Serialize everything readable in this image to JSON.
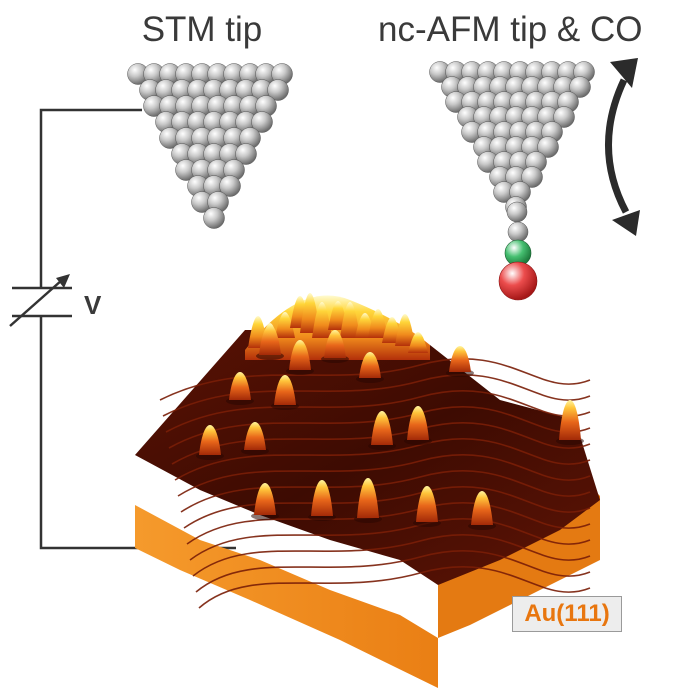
{
  "labels": {
    "stm_tip": "STM tip",
    "afm_tip": "nc-AFM tip & CO",
    "voltage": "V",
    "sample": "Au(111)"
  },
  "colors": {
    "wire": "#333333",
    "tip_atom": "#c4c4c4",
    "co_carbon": "#2fae5a",
    "co_oxygen": "#e2383a",
    "surface_dark": "#3d0b02",
    "surface_mid": "#7a1a06",
    "slab_side": "#f28a1e",
    "peak_top": "#ffe23a",
    "peak_base": "#c2410c",
    "sample_label_text": "#e8760f",
    "arrow": "#2b2b2b"
  },
  "icons": [
    "double-headed-oscillation-arrow",
    "variable-voltage-source-icon"
  ]
}
